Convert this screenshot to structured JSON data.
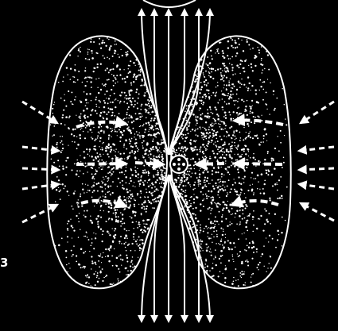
{
  "figure": {
    "label": "3",
    "background": "#000000",
    "foreground": "#ffffff",
    "description_icons": [
      "left-lobe",
      "right-lobe",
      "central-source-icon",
      "axial-flow-lines",
      "inflow-arrows"
    ]
  }
}
